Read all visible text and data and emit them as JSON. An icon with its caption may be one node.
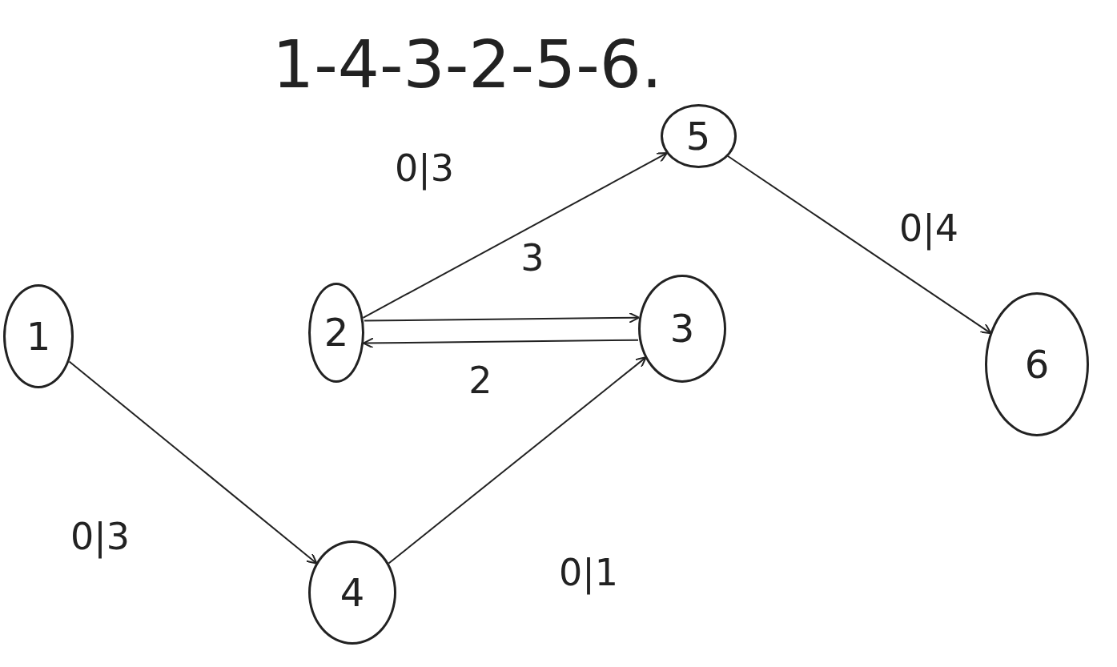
{
  "diagram": {
    "nodes": [
      {
        "text": [
          "1"
        ]
      },
      {
        "text": [
          "2"
        ]
      },
      {
        "text": [
          "3"
        ]
      },
      {
        "text": [
          "4"
        ]
      },
      {
        "text": [
          "5"
        ]
      },
      {
        "text": [
          "6"
        ]
      }
    ],
    "edges": [
      {
        "from": 1,
        "to": 4,
        "arrow": "to",
        "label": "0|3"
      },
      {
        "from": 1,
        "to": 2,
        "arrow": "to",
        "label": "3"
      },
      {
        "from": 2,
        "to": 1,
        "arrow": "to",
        "label": "2"
      },
      {
        "from": 4,
        "to": 5,
        "arrow": "to",
        "label": "0|4"
      },
      {
        "from": 0,
        "to": 3,
        "arrow": "to",
        "label": "0|3"
      },
      {
        "from": 3,
        "to": 2,
        "arrow": "to",
        "label": "0|1"
      }
    ],
    "labels": [
      "1-4-3-2-5-6."
    ]
  }
}
